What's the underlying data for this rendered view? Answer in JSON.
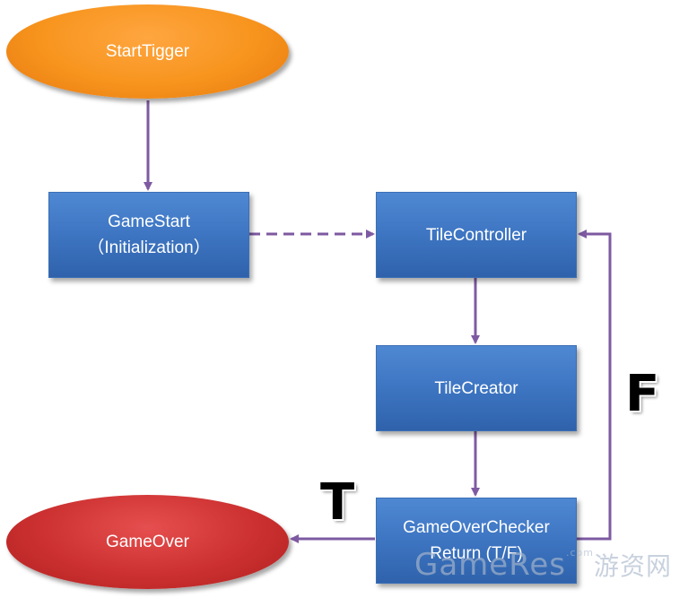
{
  "nodes": {
    "start_trigger": "StartTigger",
    "game_start": {
      "line1": "GameStart",
      "line2": "（Initialization）"
    },
    "tile_controller": "TileController",
    "tile_creator": "TileCreator",
    "game_over_checker": {
      "line1": "GameOverChecker",
      "line2": "Return (T/F)"
    },
    "game_over": "GameOver"
  },
  "branch_labels": {
    "true": "T",
    "false": "F"
  },
  "watermark": "GameRes",
  "watermark_suffix": ".com",
  "watermark_cn": "游资网",
  "colors": {
    "connector": "#7e5aa2",
    "start_oval": "#f7941d",
    "end_oval": "#cc3030",
    "box": "#3f77c4"
  }
}
